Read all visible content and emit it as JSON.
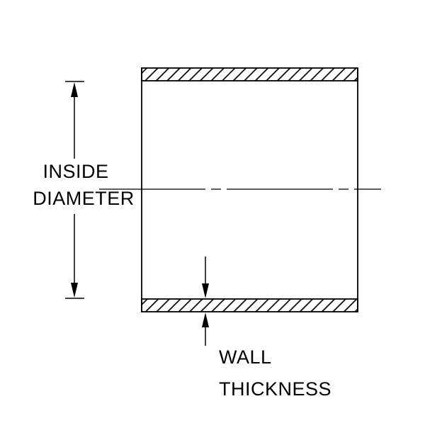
{
  "diagram": {
    "title": "hose coupler cross-section dimension diagram",
    "labels": {
      "inside_diameter_line1": "INSIDE",
      "inside_diameter_line2": "DIAMETER",
      "wall_thickness_line1": "WALL",
      "wall_thickness_line2": "THICKNESS"
    },
    "colors": {
      "line": "#000000",
      "background": "#ffffff"
    }
  }
}
